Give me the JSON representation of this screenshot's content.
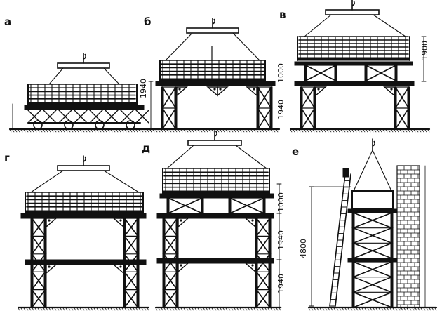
{
  "panels": [
    {
      "id": "a",
      "label": "а",
      "dims": [
        "1940"
      ]
    },
    {
      "id": "b",
      "label": "б",
      "dims": [
        "1000",
        "1940"
      ]
    },
    {
      "id": "v",
      "label": "в",
      "dims": [
        "1900"
      ]
    },
    {
      "id": "g",
      "label": "г",
      "dims": []
    },
    {
      "id": "d",
      "label": "д",
      "dims": [
        "1000",
        "1940",
        "1940"
      ]
    },
    {
      "id": "e",
      "label": "е",
      "dims": [
        "4800"
      ]
    }
  ],
  "colors": {
    "ink": "#111111",
    "paper": "#ffffff"
  },
  "icons": [
    "crane-hook-icon",
    "ladder-icon",
    "brick-wall-icon"
  ]
}
